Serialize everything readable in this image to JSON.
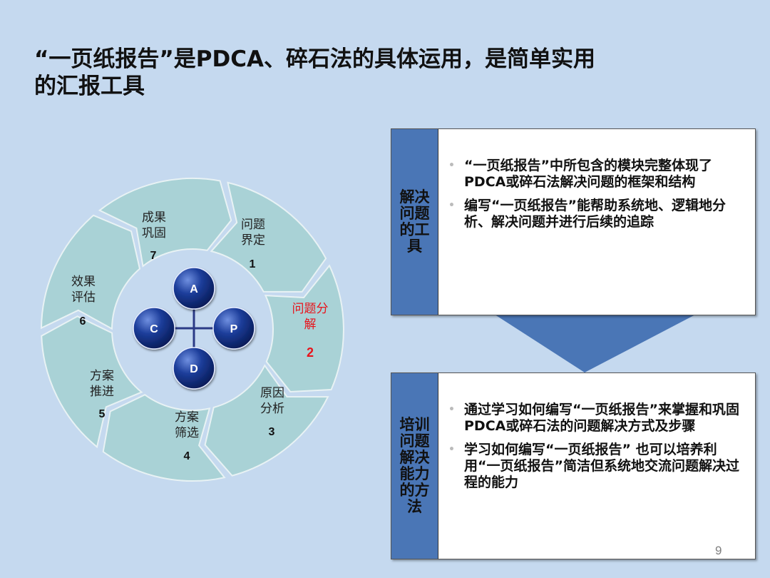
{
  "slide": {
    "title_line1": "“一页纸报告”是PDCA、碎石法的具体运用，是简单实用",
    "title_line2": "的汇报工具",
    "page_number": "9"
  },
  "cycle": {
    "segments": [
      {
        "label_line1": "问题",
        "label_line2": "界定",
        "num": "1"
      },
      {
        "label_line1": "问题分",
        "label_line2": "解",
        "num": "2",
        "highlight": true
      },
      {
        "label_line1": "原因",
        "label_line2": "分析",
        "num": "3"
      },
      {
        "label_line1": "方案",
        "label_line2": "筛选",
        "num": "4"
      },
      {
        "label_line1": "方案",
        "label_line2": "推进",
        "num": "5"
      },
      {
        "label_line1": "效果",
        "label_line2": "评估",
        "num": "6"
      },
      {
        "label_line1": "成果",
        "label_line2": "巩固",
        "num": "7"
      }
    ],
    "pdca": {
      "top": "A",
      "right": "P",
      "bottom": "D",
      "left": "C"
    },
    "colors": {
      "segment": "#a9d2d6",
      "highlight": "#e8141c",
      "node": "#0a2a78"
    }
  },
  "panels": [
    {
      "side_label": "解决问题的工具",
      "bullets": [
        "“一页纸报告”中所包含的模块完整体现了PDCA或碎石法解决问题的框架和结构",
        "编写“一页纸报告”能帮助系统地、逻辑地分析、解决问题并进行后续的追踪"
      ]
    },
    {
      "side_label": "培训问题解决能力的方法",
      "bullets": [
        "通过学习如何编写“一页纸报告”来掌握和巩固PDCA或碎石法的问题解决方式及步骤",
        "学习如何编写“一页纸报告” 也可以培养利用“一页纸报告”简洁但系统地交流问题解决过程的能力"
      ]
    }
  ]
}
